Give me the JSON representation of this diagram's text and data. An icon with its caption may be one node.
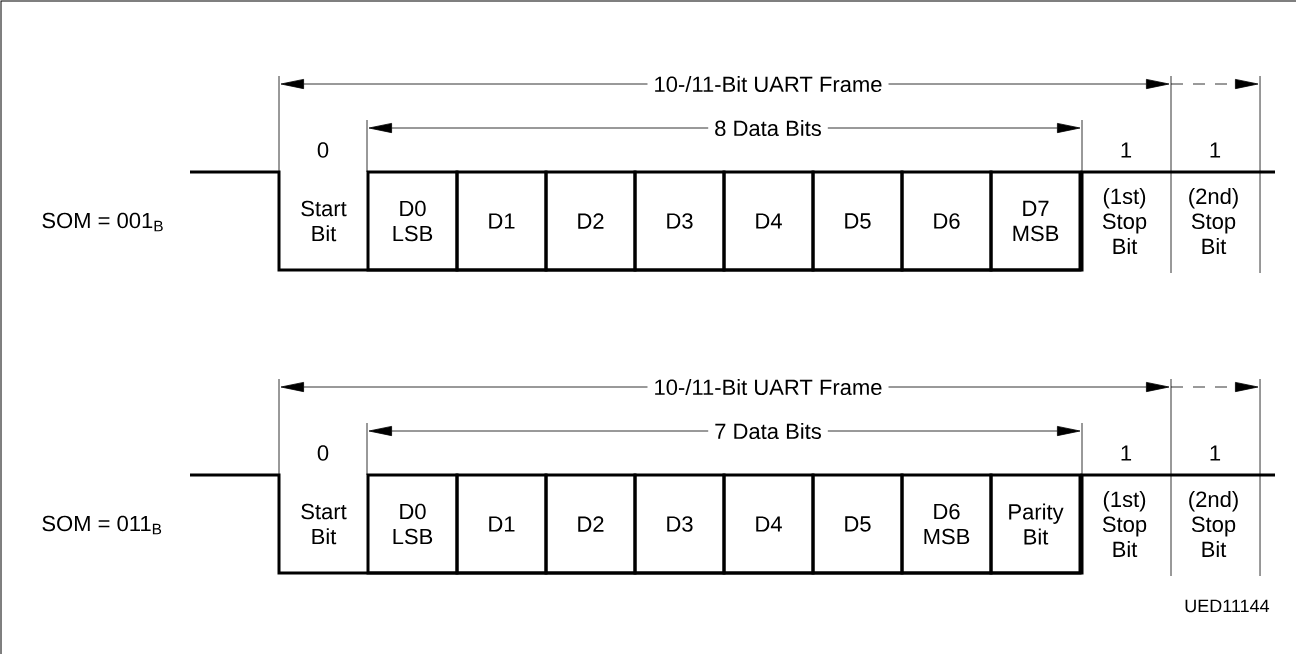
{
  "diagram": {
    "nodes": [
      {
        "text": [
          "Start Bit"
        ]
      },
      {
        "text": [
          "D0 LSB"
        ]
      },
      {
        "text": [
          "D1"
        ]
      },
      {
        "text": [
          "D2"
        ]
      },
      {
        "text": [
          "D3"
        ]
      },
      {
        "text": [
          "D4"
        ]
      },
      {
        "text": [
          "D5"
        ]
      },
      {
        "text": [
          "D6"
        ]
      },
      {
        "text": [
          "D7 MSB"
        ]
      },
      {
        "text": [
          "(1st) Stop Bit"
        ]
      },
      {
        "text": [
          "(2nd) Stop Bit"
        ]
      },
      {
        "text": [
          "Start Bit"
        ]
      },
      {
        "text": [
          "D0 LSB"
        ]
      },
      {
        "text": [
          "D1"
        ]
      },
      {
        "text": [
          "D2"
        ]
      },
      {
        "text": [
          "D3"
        ]
      },
      {
        "text": [
          "D4"
        ]
      },
      {
        "text": [
          "D5"
        ]
      },
      {
        "text": [
          "D6 MSB"
        ]
      },
      {
        "text": [
          "Parity Bit"
        ]
      },
      {
        "text": [
          "(1st) Stop Bit"
        ]
      },
      {
        "text": [
          "(2nd) Stop Bit"
        ]
      }
    ],
    "labels": [
      "10-/11-Bit UART Frame",
      "8 Data Bits",
      "0",
      "1",
      "1",
      "SOM = 001$_{B}$",
      "10-/11-Bit UART Frame",
      "7 Data Bits",
      "0",
      "1",
      "1",
      "SOM = 011$_{B}$",
      "UED11144"
    ]
  }
}
